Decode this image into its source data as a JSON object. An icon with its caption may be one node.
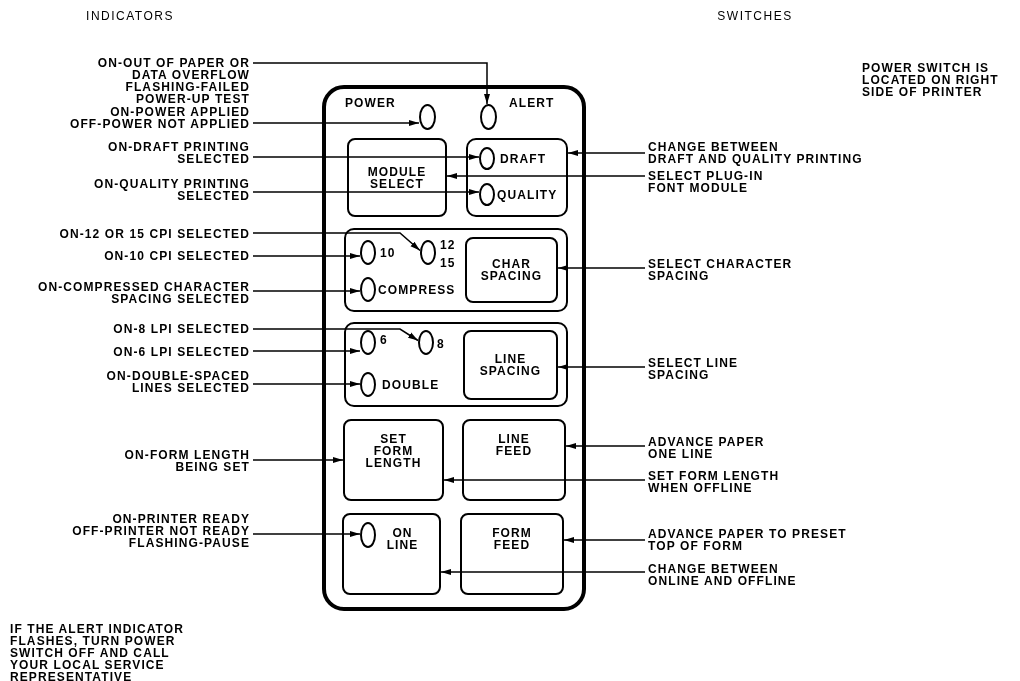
{
  "diagram": {
    "nodes": [
      {
        "text": [],
        "shape": "box"
      },
      {
        "text": [],
        "shape": "oval",
        "in": 0,
        "beside": [
          "POWER"
        ]
      },
      {
        "text": [],
        "shape": "oval",
        "in": 0,
        "beside": [
          "ALERT"
        ]
      },
      {
        "text": [
          "MODULE SELECT"
        ],
        "in": 0
      },
      {
        "text": [],
        "shape": "box",
        "in": 0
      },
      {
        "text": [],
        "shape": "oval",
        "in": 4,
        "beside": [
          "DRAFT"
        ]
      },
      {
        "text": [],
        "shape": "oval",
        "in": 4,
        "beside": [
          "QUALITY"
        ]
      },
      {
        "text": [],
        "shape": "box",
        "in": 0
      },
      {
        "text": [],
        "shape": "oval",
        "in": 7,
        "beside": [
          "10"
        ]
      },
      {
        "text": [],
        "shape": "oval",
        "in": 7,
        "beside": [
          "12 15"
        ]
      },
      {
        "text": [],
        "shape": "oval",
        "in": 7,
        "beside": [
          "COMPRESS"
        ]
      },
      {
        "text": [
          "CHAR SPACING"
        ],
        "in": 7
      },
      {
        "text": [],
        "shape": "box",
        "in": 0
      },
      {
        "text": [],
        "shape": "oval",
        "in": 12,
        "beside": [
          "6"
        ]
      },
      {
        "text": [],
        "shape": "oval",
        "in": 12,
        "beside": [
          "8"
        ]
      },
      {
        "text": [],
        "shape": "oval",
        "in": 12,
        "beside": [
          "DOUBLE"
        ]
      },
      {
        "text": [
          "LINE SPACING"
        ],
        "in": 12
      },
      {
        "text": [
          "SET FORM LENGTH"
        ],
        "in": 0
      },
      {
        "text": [
          "LINE FEED"
        ],
        "in": 0
      },
      {
        "text": [
          "ON LINE"
        ],
        "in": 0
      },
      {
        "text": [],
        "shape": "oval",
        "in": 19
      },
      {
        "text": [
          "FORM FEED"
        ],
        "in": 0
      },
      {
        "text": [
          "ON-OUT OF PAPER OR DATA OVERFLOW FLASHING-FAILED POWER-UP TEST"
        ]
      },
      {
        "text": [
          "ON-POWER APPLIED OFF-POWER NOT APPLIED"
        ]
      },
      {
        "text": [
          "ON-DRAFT PRINTING SELECTED"
        ]
      },
      {
        "text": [
          "ON-QUALITY PRINTING SELECTED"
        ]
      },
      {
        "text": [
          "ON-12 OR 15 CPI SELECTED"
        ]
      },
      {
        "text": [
          "ON-10 CPI SELECTED"
        ]
      },
      {
        "text": [
          "ON-COMPRESSED CHARACTER SPACING SELECTED"
        ]
      },
      {
        "text": [
          "ON-8 LPI SELECTED"
        ]
      },
      {
        "text": [
          "ON-6 LPI SELECTED"
        ]
      },
      {
        "text": [
          "ON-DOUBLE-SPACED LINES SELECTED"
        ]
      },
      {
        "text": [
          "ON-FORM LENGTH BEING SET"
        ]
      },
      {
        "text": [
          "ON-PRINTER READY OFF-PRINTER NOT READY FLASHING-PAUSE"
        ]
      },
      {
        "text": [
          "CHANGE BETWEEN DRAFT AND QUALITY PRINTING"
        ]
      },
      {
        "text": [
          "SELECT PLUG-IN FONT MODULE"
        ]
      },
      {
        "text": [
          "SELECT CHARACTER SPACING"
        ]
      },
      {
        "text": [
          "SELECT LINE SPACING"
        ]
      },
      {
        "text": [
          "ADVANCE PAPER ONE LINE"
        ]
      },
      {
        "text": [
          "SET FORM LENGTH WHEN OFFLINE"
        ]
      },
      {
        "text": [
          "ADVANCE PAPER TO PRESET TOP OF FORM"
        ]
      },
      {
        "text": [
          "CHANGE BETWEEN ONLINE AND OFFLINE"
        ]
      }
    ],
    "edges": [
      {
        "from": 22,
        "to": 2,
        "arrow": "to"
      },
      {
        "from": 23,
        "to": 1,
        "arrow": "to"
      },
      {
        "from": 24,
        "to": 5,
        "arrow": "to"
      },
      {
        "from": 25,
        "to": 6,
        "arrow": "to"
      },
      {
        "from": 26,
        "to": 9,
        "arrow": "to"
      },
      {
        "from": 27,
        "to": 8,
        "arrow": "to"
      },
      {
        "from": 28,
        "to": 10,
        "arrow": "to"
      },
      {
        "from": 29,
        "to": 14,
        "arrow": "to"
      },
      {
        "from": 30,
        "to": 13,
        "arrow": "to"
      },
      {
        "from": 31,
        "to": 15,
        "arrow": "to"
      },
      {
        "from": 32,
        "to": 17,
        "arrow": "to"
      },
      {
        "from": 33,
        "to": 20,
        "arrow": "to"
      },
      {
        "from": 34,
        "to": 4,
        "arrow": "to"
      },
      {
        "from": 35,
        "to": 3,
        "arrow": "to"
      },
      {
        "from": 36,
        "to": 11,
        "arrow": "to"
      },
      {
        "from": 37,
        "to": 16,
        "arrow": "to"
      },
      {
        "from": 38,
        "to": 18,
        "arrow": "to"
      },
      {
        "from": 39,
        "to": 17,
        "arrow": "to"
      },
      {
        "from": 40,
        "to": 21,
        "arrow": "to"
      },
      {
        "from": 41,
        "to": 19,
        "arrow": "to"
      }
    ],
    "labels": [
      "INDICATORS",
      "SWITCHES",
      "POWER SWITCH IS LOCATED ON RIGHT SIDE OF PRINTER",
      "IF THE ALERT INDICATOR FLASHES, TURN POWER SWITCH OFF AND CALL YOUR LOCAL SERVICE REPRESENTATIVE"
    ]
  }
}
